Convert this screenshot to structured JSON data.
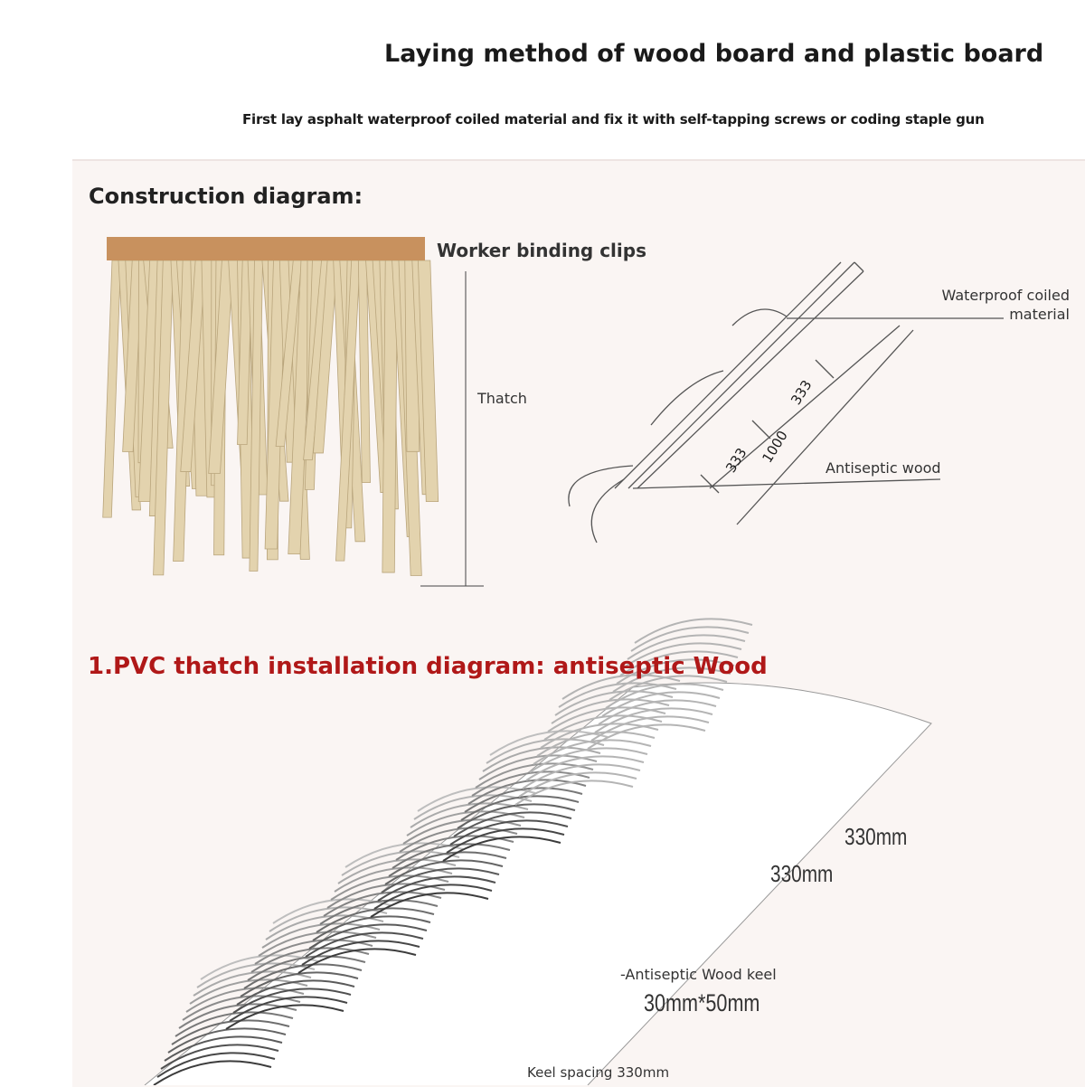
{
  "header": {
    "title": "Laying method of wood board and plastic board",
    "subtitle": "First lay asphalt waterproof coiled material and fix it with self-tapping screws or coding staple gun"
  },
  "construction": {
    "heading": "Construction diagram:",
    "clips_label": "Worker binding clips",
    "thatch_label": "Thatch",
    "waterproof_label_1": "Waterproof coiled",
    "waterproof_label_2": "material",
    "antiseptic_label": "Antiseptic wood",
    "dim_a": "333",
    "dim_b": "333",
    "dim_total": "1000"
  },
  "pvc": {
    "heading": "1.PVC thatch installation diagram: antiseptic Wood",
    "spacing_1": "330mm",
    "spacing_2": "330mm",
    "keel_label": "-Antiseptic Wood keel",
    "keel_size": "30mm*50mm",
    "keel_spacing": "Keel spacing 330mm"
  },
  "colors": {
    "heading_red": "#b01818",
    "thatch": "#e3d3ae",
    "board": "#c8915e",
    "panel": "#faf5f3"
  }
}
